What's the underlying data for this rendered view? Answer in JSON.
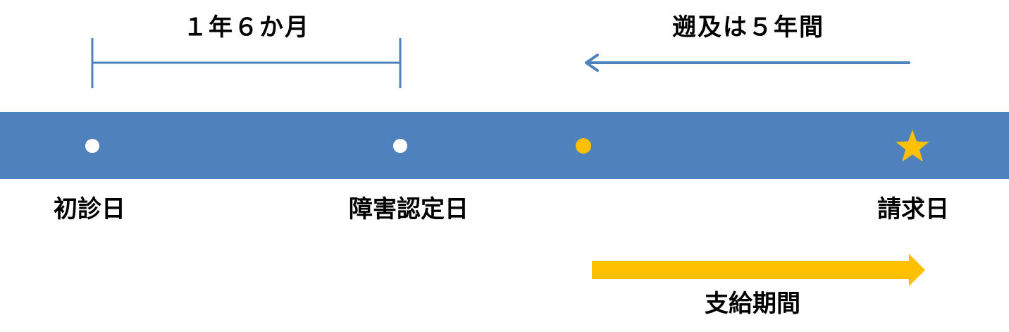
{
  "colors": {
    "timeline": "#4f81bd",
    "bracket": "#4f81bd",
    "accent": "#ffc000",
    "point_default": "#ffffff",
    "text": "#000000"
  },
  "labels": {
    "interval": "１年６か月",
    "retroactive": "遡及は５年間",
    "first_visit": "初診日",
    "certification": "障害認定日",
    "claim": "請求日",
    "payment_period": "支給期間"
  },
  "icons": {
    "claim_marker": "star-icon",
    "point_marker": "circle-icon",
    "retro_arrow": "arrow-left-icon",
    "payment_arrow": "arrow-right-icon"
  }
}
